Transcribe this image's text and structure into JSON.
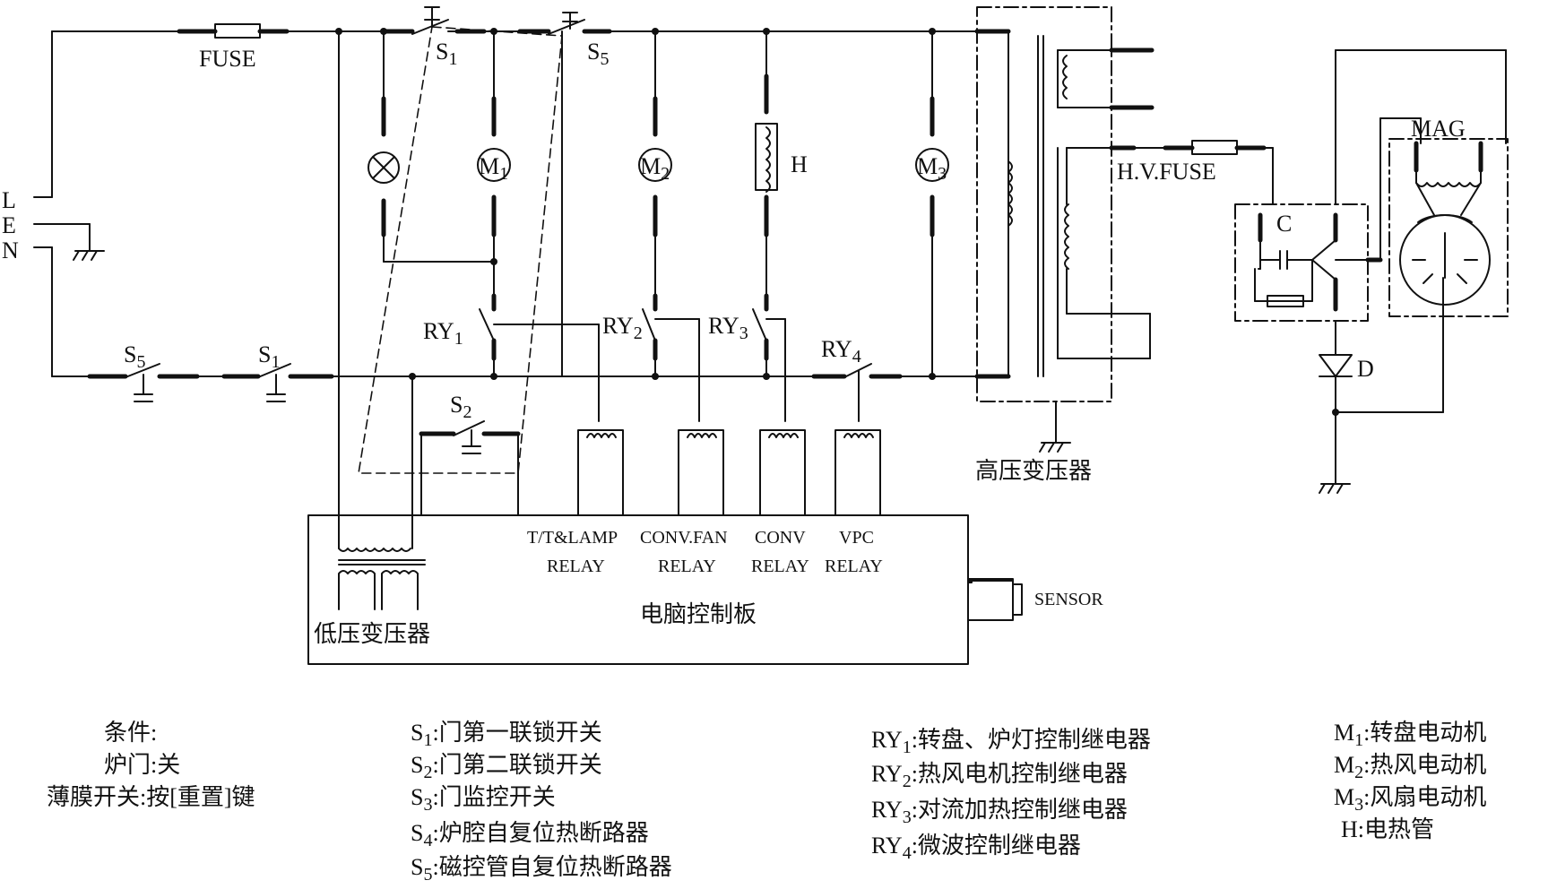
{
  "labels": {
    "fuse": "FUSE",
    "s1_top": "S",
    "s1_top_sub": "1",
    "s5_top": "S",
    "s5_top_sub": "5",
    "m1": "M",
    "m1_sub": "1",
    "m2": "M",
    "m2_sub": "2",
    "m3": "M",
    "m3_sub": "3",
    "h": "H",
    "l": "L",
    "e": "E",
    "n": "N",
    "s5_bot": "S",
    "s5_bot_sub": "5",
    "s1_bot": "S",
    "s1_bot_sub": "1",
    "s2": "S",
    "s2_sub": "2",
    "ry1": "RY",
    "ry1_sub": "1",
    "ry2": "RY",
    "ry2_sub": "2",
    "ry3": "RY",
    "ry3_sub": "3",
    "ry4": "RY",
    "ry4_sub": "4",
    "hv_transformer": "高压变压器",
    "hv_fuse": "H.V.FUSE",
    "mag": "MAG",
    "c": "C",
    "d": "D",
    "relay_tt_1": "T/T&LAMP",
    "relay_tt_2": "RELAY",
    "relay_conv_fan_1": "CONV.FAN",
    "relay_conv_fan_2": "RELAY",
    "relay_conv_1": "CONV",
    "relay_conv_2": "RELAY",
    "relay_vpc_1": "VPC",
    "relay_vpc_2": "RELAY",
    "sensor": "SENSOR",
    "control_board": "电脑控制板",
    "lv_transformer": "低压变压器"
  },
  "legend": {
    "col1": [
      {
        "text": "条件:"
      },
      {
        "text": "炉门:关"
      },
      {
        "text": "薄膜开关:按[重置]键"
      }
    ],
    "col2": [
      {
        "sym": "S",
        "sub": "1",
        "text": ":门第一联锁开关"
      },
      {
        "sym": "S",
        "sub": "2",
        "text": ":门第二联锁开关"
      },
      {
        "sym": "S",
        "sub": "3",
        "text": ":门监控开关"
      },
      {
        "sym": "S",
        "sub": "4",
        "text": ":炉腔自复位热断路器"
      },
      {
        "sym": "S",
        "sub": "5",
        "text": ":磁控管自复位热断路器"
      }
    ],
    "col3": [
      {
        "sym": "RY",
        "sub": "1",
        "text": ":转盘、炉灯控制继电器"
      },
      {
        "sym": "RY",
        "sub": "2",
        "text": ":热风电机控制继电器"
      },
      {
        "sym": "RY",
        "sub": "3",
        "text": ":对流加热控制继电器"
      },
      {
        "sym": "RY",
        "sub": "4",
        "text": ":微波控制继电器"
      }
    ],
    "col4": [
      {
        "sym": "M",
        "sub": "1",
        "text": ":转盘电动机"
      },
      {
        "sym": "M",
        "sub": "2",
        "text": ":热风电动机"
      },
      {
        "sym": "M",
        "sub": "3",
        "text": ":风扇电动机"
      },
      {
        "sym": "H",
        "sub": "",
        "text": ":电热管"
      }
    ]
  }
}
